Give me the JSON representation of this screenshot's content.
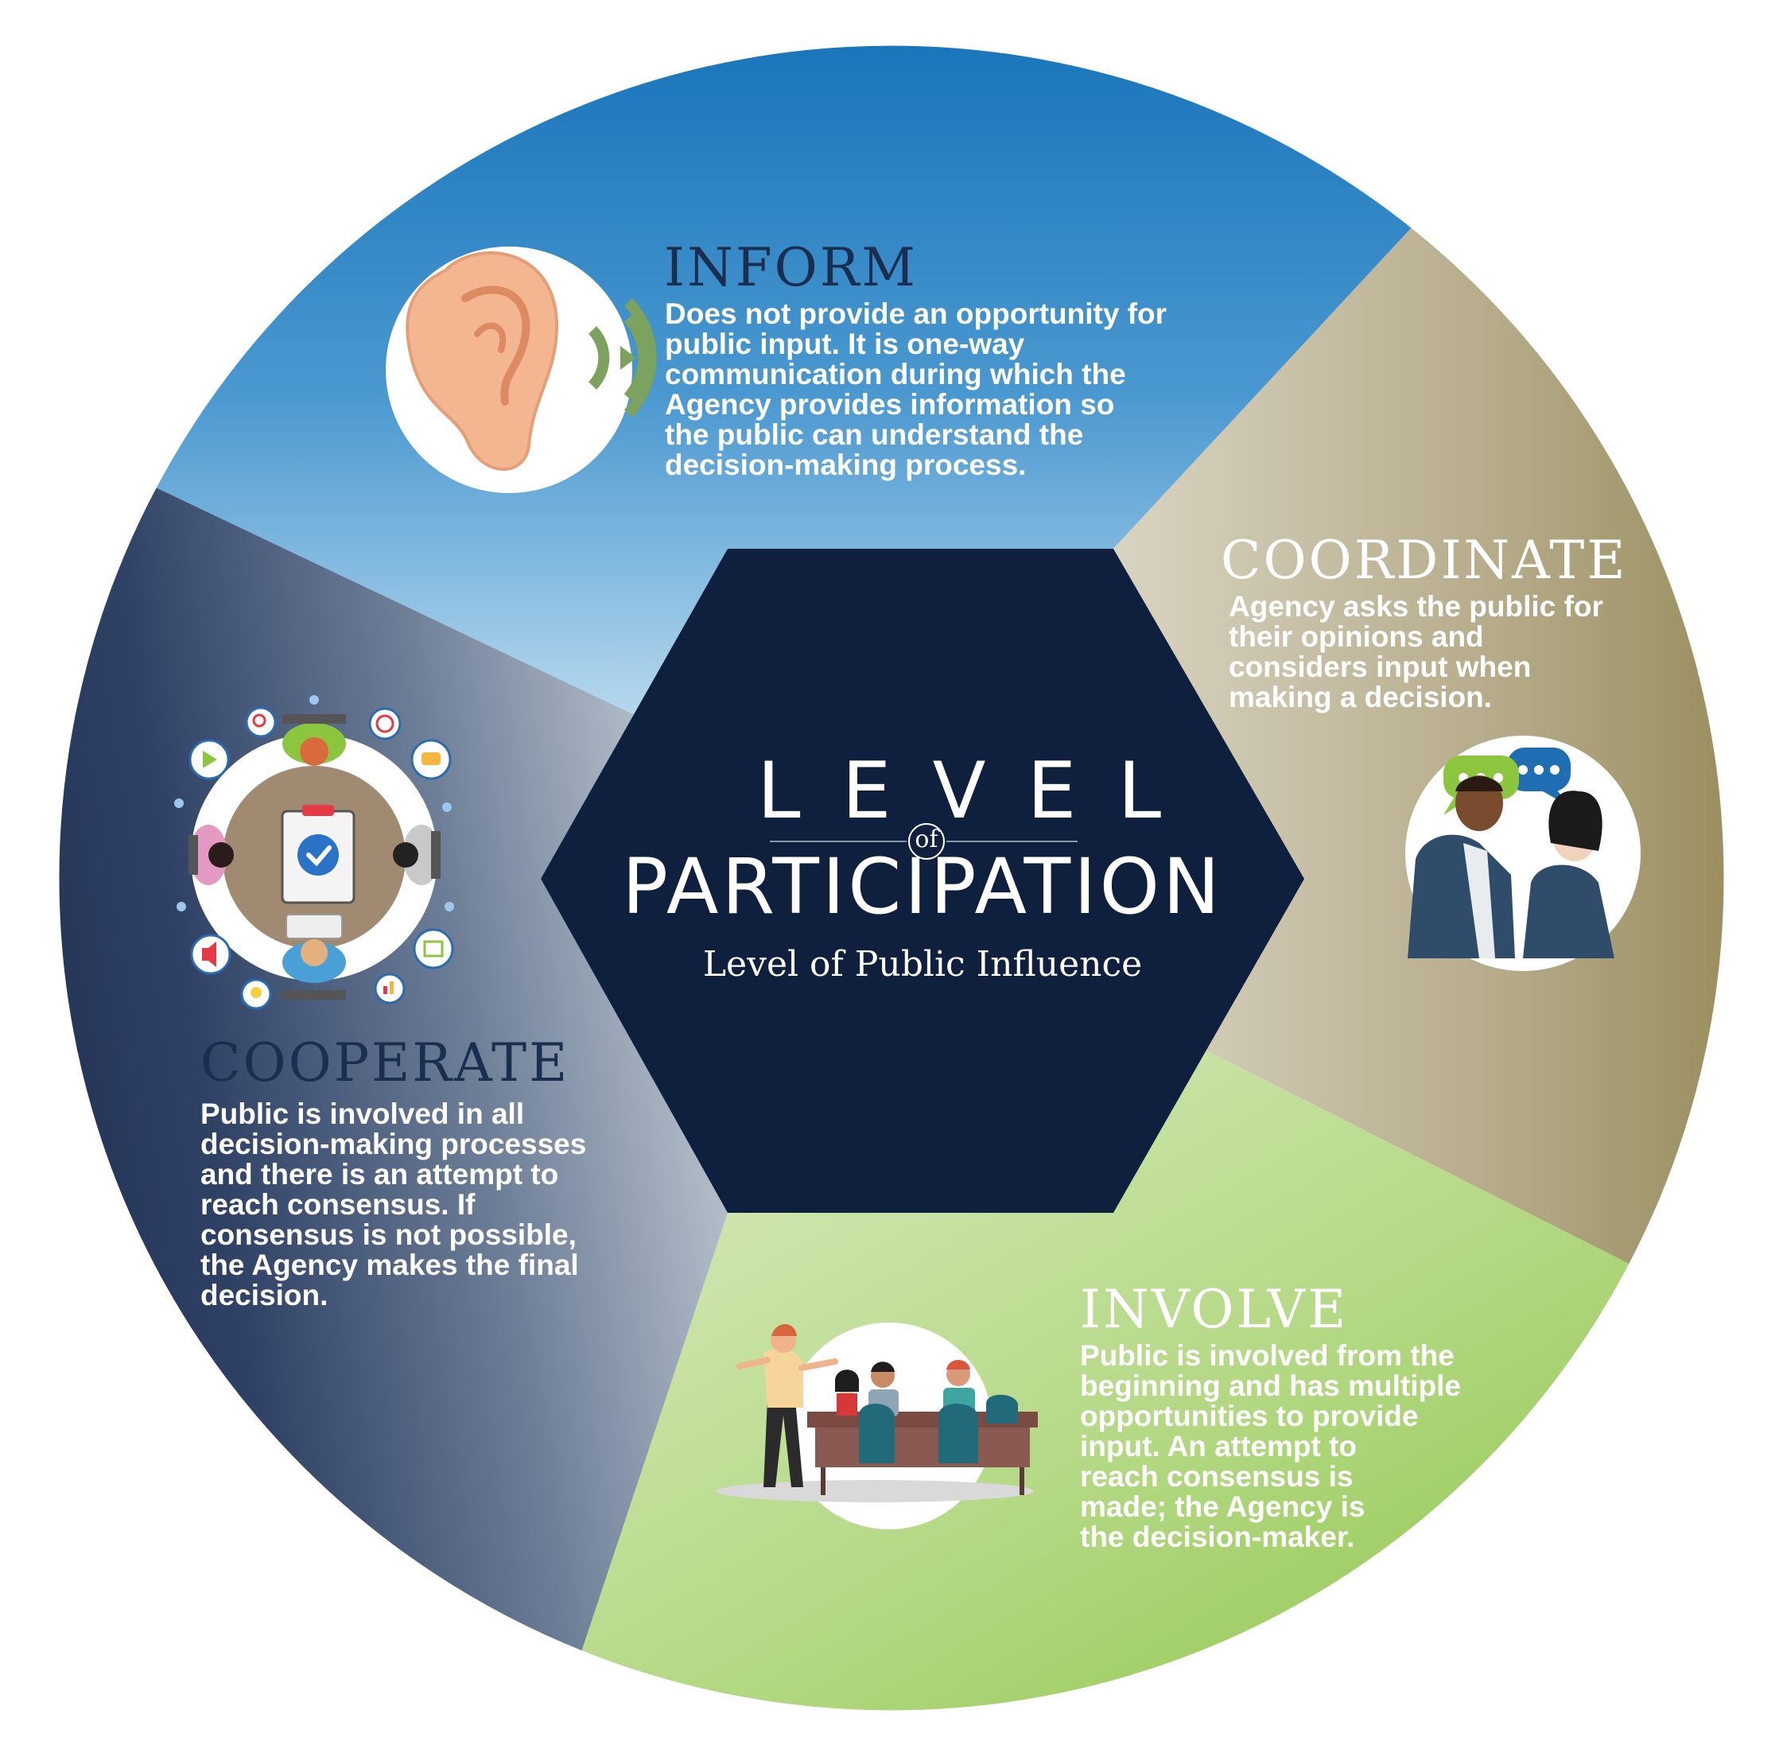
{
  "diagram": {
    "center": {
      "title_top": "LEVEL",
      "title_connector": "of",
      "title_main": "PARTICIPATION",
      "subtitle": "Level of Public Influence"
    },
    "segments": [
      {
        "id": "inform",
        "title": "INFORM",
        "body": "Does not provide an opportunity for\npublic input.  It is one-way\ncommunication during which the\nAgency provides information so\nthe public can understand the\ndecision-making process.",
        "icon": "ear-icon"
      },
      {
        "id": "coordinate",
        "title": "COORDINATE",
        "body": "Agency asks the public for\ntheir opinions and\nconsiders input when\nmaking a decision.",
        "icon": "conversation-icon"
      },
      {
        "id": "involve",
        "title": "INVOLVE",
        "body": "Public is involved from the\nbeginning and has multiple\nopportunities to provide\ninput.  An attempt to\nreach consensus is\nmade; the Agency is\nthe decision-maker.",
        "icon": "meeting-presentation-icon"
      },
      {
        "id": "cooperate",
        "title": "COOPERATE",
        "body": "Public is involved in all\ndecision-making processes\nand there is an attempt to\nreach consensus.  If\nconsensus is not possible,\nthe Agency makes the final\ndecision.",
        "icon": "round-table-icon"
      }
    ],
    "colors": {
      "inform": "#1c75bc",
      "coordinate": "#9a8c5f",
      "involve": "#8dc63f",
      "cooperate": "#27385c",
      "center_hexagon": "#0e203d",
      "title_dark": "#1a2e4f",
      "title_light": "#ffffff"
    }
  }
}
